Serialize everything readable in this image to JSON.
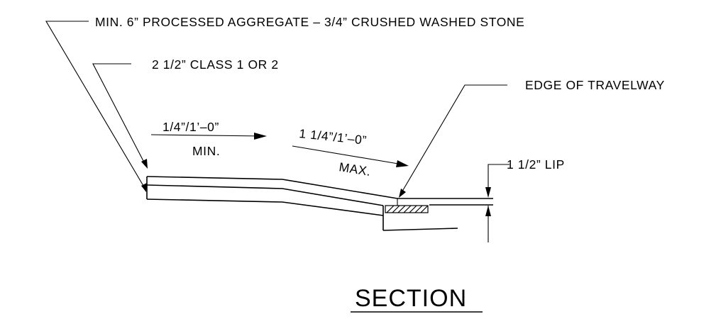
{
  "labels": {
    "aggregate": "MIN. 6” PROCESSED AGGREGATE – 3/4” CRUSHED WASHED STONE",
    "asphalt": "2 1/2” CLASS 1 OR 2",
    "edge": "EDGE  OF TRAVELWAY",
    "slope_min_value": "1/4”/1’–0”",
    "slope_min_note": "MIN.",
    "slope_max_value": "1 1/4”/1’–0”",
    "slope_max_note": "MAX.",
    "lip": "1 1/2” LIP"
  },
  "title": "SECTION",
  "colors": {
    "line": "#000000",
    "background": "#ffffff"
  }
}
